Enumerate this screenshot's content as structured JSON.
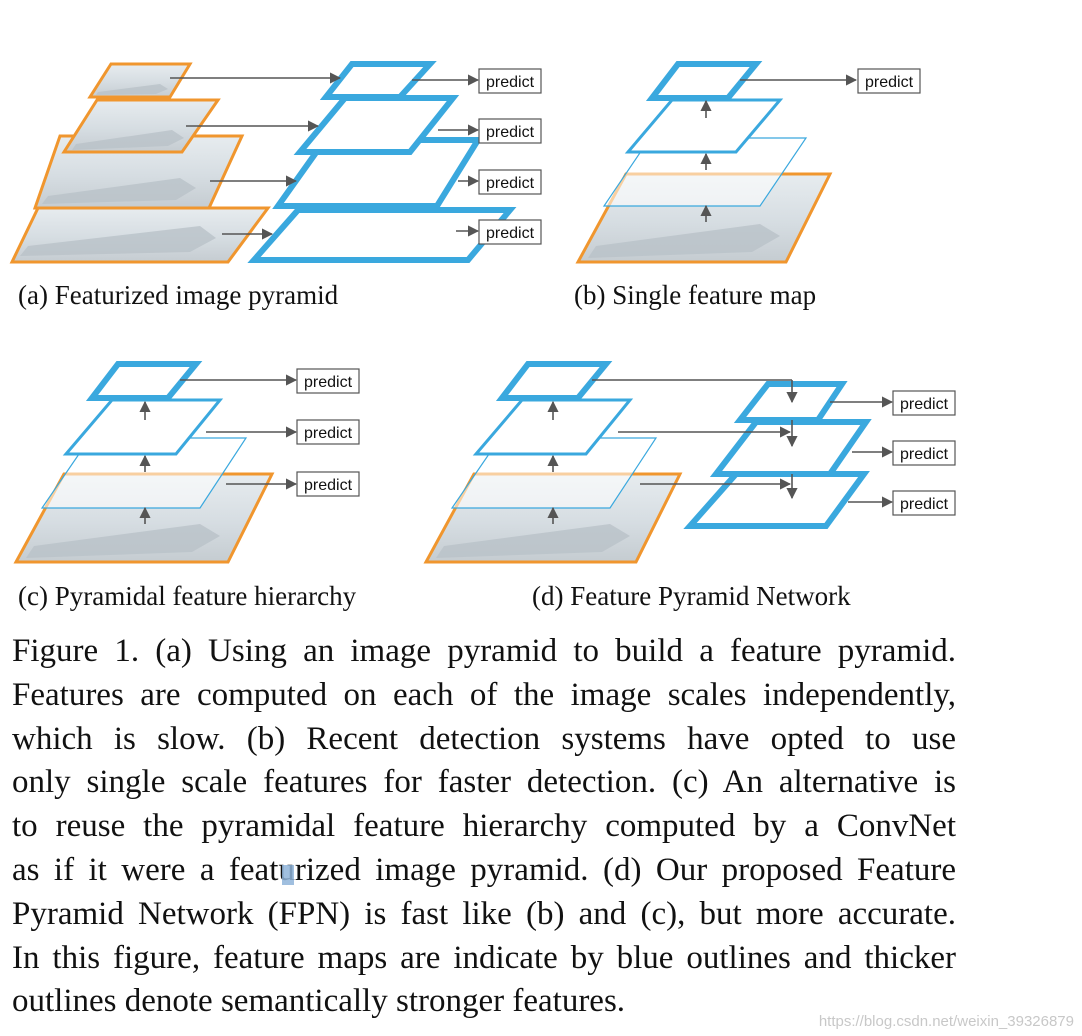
{
  "panels": {
    "a": {
      "caption": "(a) Featurized image pyramid",
      "predict_labels": [
        "predict",
        "predict",
        "predict",
        "predict"
      ]
    },
    "b": {
      "caption": "(b) Single feature map",
      "predict_labels": [
        "predict"
      ]
    },
    "c": {
      "caption": "(c) Pyramidal feature hierarchy",
      "predict_labels": [
        "predict",
        "predict",
        "predict"
      ]
    },
    "d": {
      "caption": "(d) Feature Pyramid Network",
      "predict_labels": [
        "predict",
        "predict",
        "predict"
      ]
    }
  },
  "colors": {
    "feature_map_outline": "#3aa8de",
    "image_outline": "#f0962e",
    "arrow": "#555555"
  },
  "caption_lines": [
    "Figure 1. (a) Using an image pyramid to build a feature pyramid.",
    "Features are computed on each of the image scales independently,",
    "which is slow.  (b) Recent detection systems have opted to use",
    "only single scale features for faster detection. (c) An alternative is",
    "to reuse the pyramidal feature hierarchy computed by a ConvNet",
    "as if it were a featurized image pyramid. (d) Our proposed Feature",
    "Pyramid Network (FPN) is fast like (b) and (c), but more accurate.",
    "In this figure, feature maps are indicate by blue outlines and thicker",
    "outlines denote semantically stronger features."
  ],
  "watermark": "https://blog.csdn.net/weixin_39326879"
}
